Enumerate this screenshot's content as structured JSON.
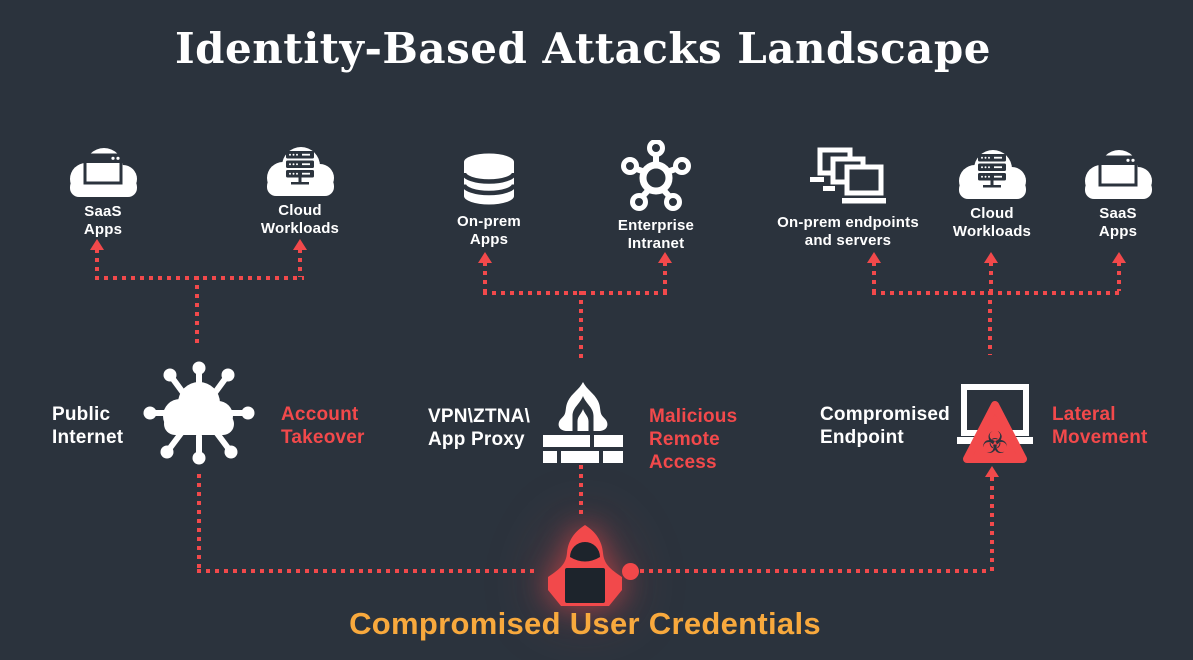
{
  "title": "Identity-Based Attacks Landscape",
  "footer": {
    "label": "Compromised User Credentials"
  },
  "colors": {
    "background": "#2b333d",
    "accent_red": "#f2494b",
    "accent_orange": "#f8a93d",
    "text_white": "#ffffff",
    "icon_dark": "#1d242c"
  },
  "glyphs": {
    "biohazard": "☣"
  },
  "top_nodes": [
    {
      "id": "saas-apps-left",
      "icon": "cloud-app-window-icon",
      "label": "SaaS\nApps"
    },
    {
      "id": "cloud-workloads-left",
      "icon": "cloud-server-icon",
      "label": "Cloud\nWorkloads"
    },
    {
      "id": "on-prem-apps",
      "icon": "database-icon",
      "label": "On-prem\nApps"
    },
    {
      "id": "enterprise-intranet",
      "icon": "network-nodes-icon",
      "label": "Enterprise\nIntranet"
    },
    {
      "id": "on-prem-endpoints",
      "icon": "stacked-monitors-icon",
      "label": "On-prem endpoints\nand servers"
    },
    {
      "id": "cloud-workloads-right",
      "icon": "cloud-server-icon",
      "label": "Cloud\nWorkloads"
    },
    {
      "id": "saas-apps-right",
      "icon": "cloud-app-window-icon",
      "label": "SaaS\nApps"
    }
  ],
  "middle_nodes": [
    {
      "id": "public-internet",
      "icon": "internet-cloud-network-icon",
      "label": "Public\nInternet",
      "attack": "Account\nTakeover"
    },
    {
      "id": "vpn-ztna-app-proxy",
      "icon": "firewall-icon",
      "label": "VPN\\ZTNA\\\nApp Proxy",
      "attack": "Malicious\nRemote\nAccess"
    },
    {
      "id": "compromised-endpoint",
      "icon": "monitor-biohazard-icon",
      "label": "Compromised\nEndpoint",
      "attack": "Lateral\nMovement"
    }
  ],
  "hacker": {
    "id": "compromised-user",
    "icon": "hacker-icon"
  }
}
